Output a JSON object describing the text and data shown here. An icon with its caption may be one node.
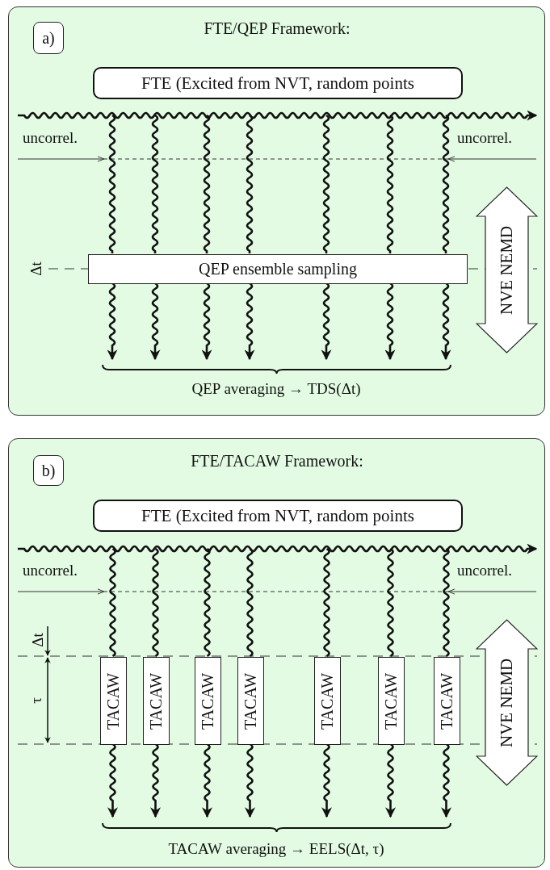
{
  "diagram": {
    "nodes": [
      {
        "text": [
          "FTE/QEP Framework:"
        ]
      },
      {
        "text": [
          "a)"
        ],
        "in": 0
      },
      {
        "text": [
          "FTE (Excited from NVT, random points"
        ],
        "in": 0
      },
      {
        "text": [
          "QEP ensemble sampling"
        ],
        "in": 0
      },
      {
        "text": [
          "NVE NEMD"
        ],
        "in": 0
      },
      {
        "text": [
          "FTE/TACAW Framework:"
        ]
      },
      {
        "text": [
          "b)"
        ],
        "in": 5
      },
      {
        "text": [
          "FTE (Excited from NVT, random points"
        ],
        "in": 5
      },
      {
        "text": [
          "TACAW"
        ],
        "in": 5
      },
      {
        "text": [
          "TACAW"
        ],
        "in": 5
      },
      {
        "text": [
          "TACAW"
        ],
        "in": 5
      },
      {
        "text": [
          "TACAW"
        ],
        "in": 5
      },
      {
        "text": [
          "TACAW"
        ],
        "in": 5
      },
      {
        "text": [
          "TACAW"
        ],
        "in": 5
      },
      {
        "text": [
          "TACAW"
        ],
        "in": 5
      },
      {
        "text": [
          "NVE NEMD"
        ],
        "in": 5
      }
    ],
    "edges": [
      {
        "from": null,
        "to": 3,
        "arrow": "none"
      },
      {
        "from": 3,
        "to": null,
        "arrow": "to"
      },
      {
        "from": null,
        "to": 3,
        "arrow": "none"
      },
      {
        "from": 3,
        "to": null,
        "arrow": "to"
      },
      {
        "from": null,
        "to": 3,
        "arrow": "none"
      },
      {
        "from": 3,
        "to": null,
        "arrow": "to"
      },
      {
        "from": null,
        "to": 3,
        "arrow": "none"
      },
      {
        "from": 3,
        "to": null,
        "arrow": "to"
      },
      {
        "from": null,
        "to": 3,
        "arrow": "none"
      },
      {
        "from": 3,
        "to": null,
        "arrow": "to"
      },
      {
        "from": null,
        "to": 3,
        "arrow": "none"
      },
      {
        "from": 3,
        "to": null,
        "arrow": "to"
      },
      {
        "from": null,
        "to": 3,
        "arrow": "none"
      },
      {
        "from": 3,
        "to": null,
        "arrow": "to"
      },
      {
        "from": null,
        "to": 8,
        "arrow": "none"
      },
      {
        "from": 8,
        "to": null,
        "arrow": "to"
      },
      {
        "from": null,
        "to": 9,
        "arrow": "none"
      },
      {
        "from": 9,
        "to": null,
        "arrow": "to"
      },
      {
        "from": null,
        "to": 10,
        "arrow": "none"
      },
      {
        "from": 10,
        "to": null,
        "arrow": "to"
      },
      {
        "from": null,
        "to": 11,
        "arrow": "none"
      },
      {
        "from": 11,
        "to": null,
        "arrow": "to"
      },
      {
        "from": null,
        "to": 12,
        "arrow": "none"
      },
      {
        "from": 12,
        "to": null,
        "arrow": "to"
      },
      {
        "from": null,
        "to": 13,
        "arrow": "none"
      },
      {
        "from": 13,
        "to": null,
        "arrow": "to"
      },
      {
        "from": null,
        "to": 14,
        "arrow": "none"
      },
      {
        "from": 14,
        "to": null,
        "arrow": "to"
      }
    ],
    "labels": [
      "uncorrel.",
      "uncorrel.",
      "Δt",
      "QEP averaging → TDS(Δt)",
      "uncorrel.",
      "uncorrel.",
      "Δt",
      "τ",
      "TACAW averaging → EELS(Δt, τ)"
    ]
  }
}
